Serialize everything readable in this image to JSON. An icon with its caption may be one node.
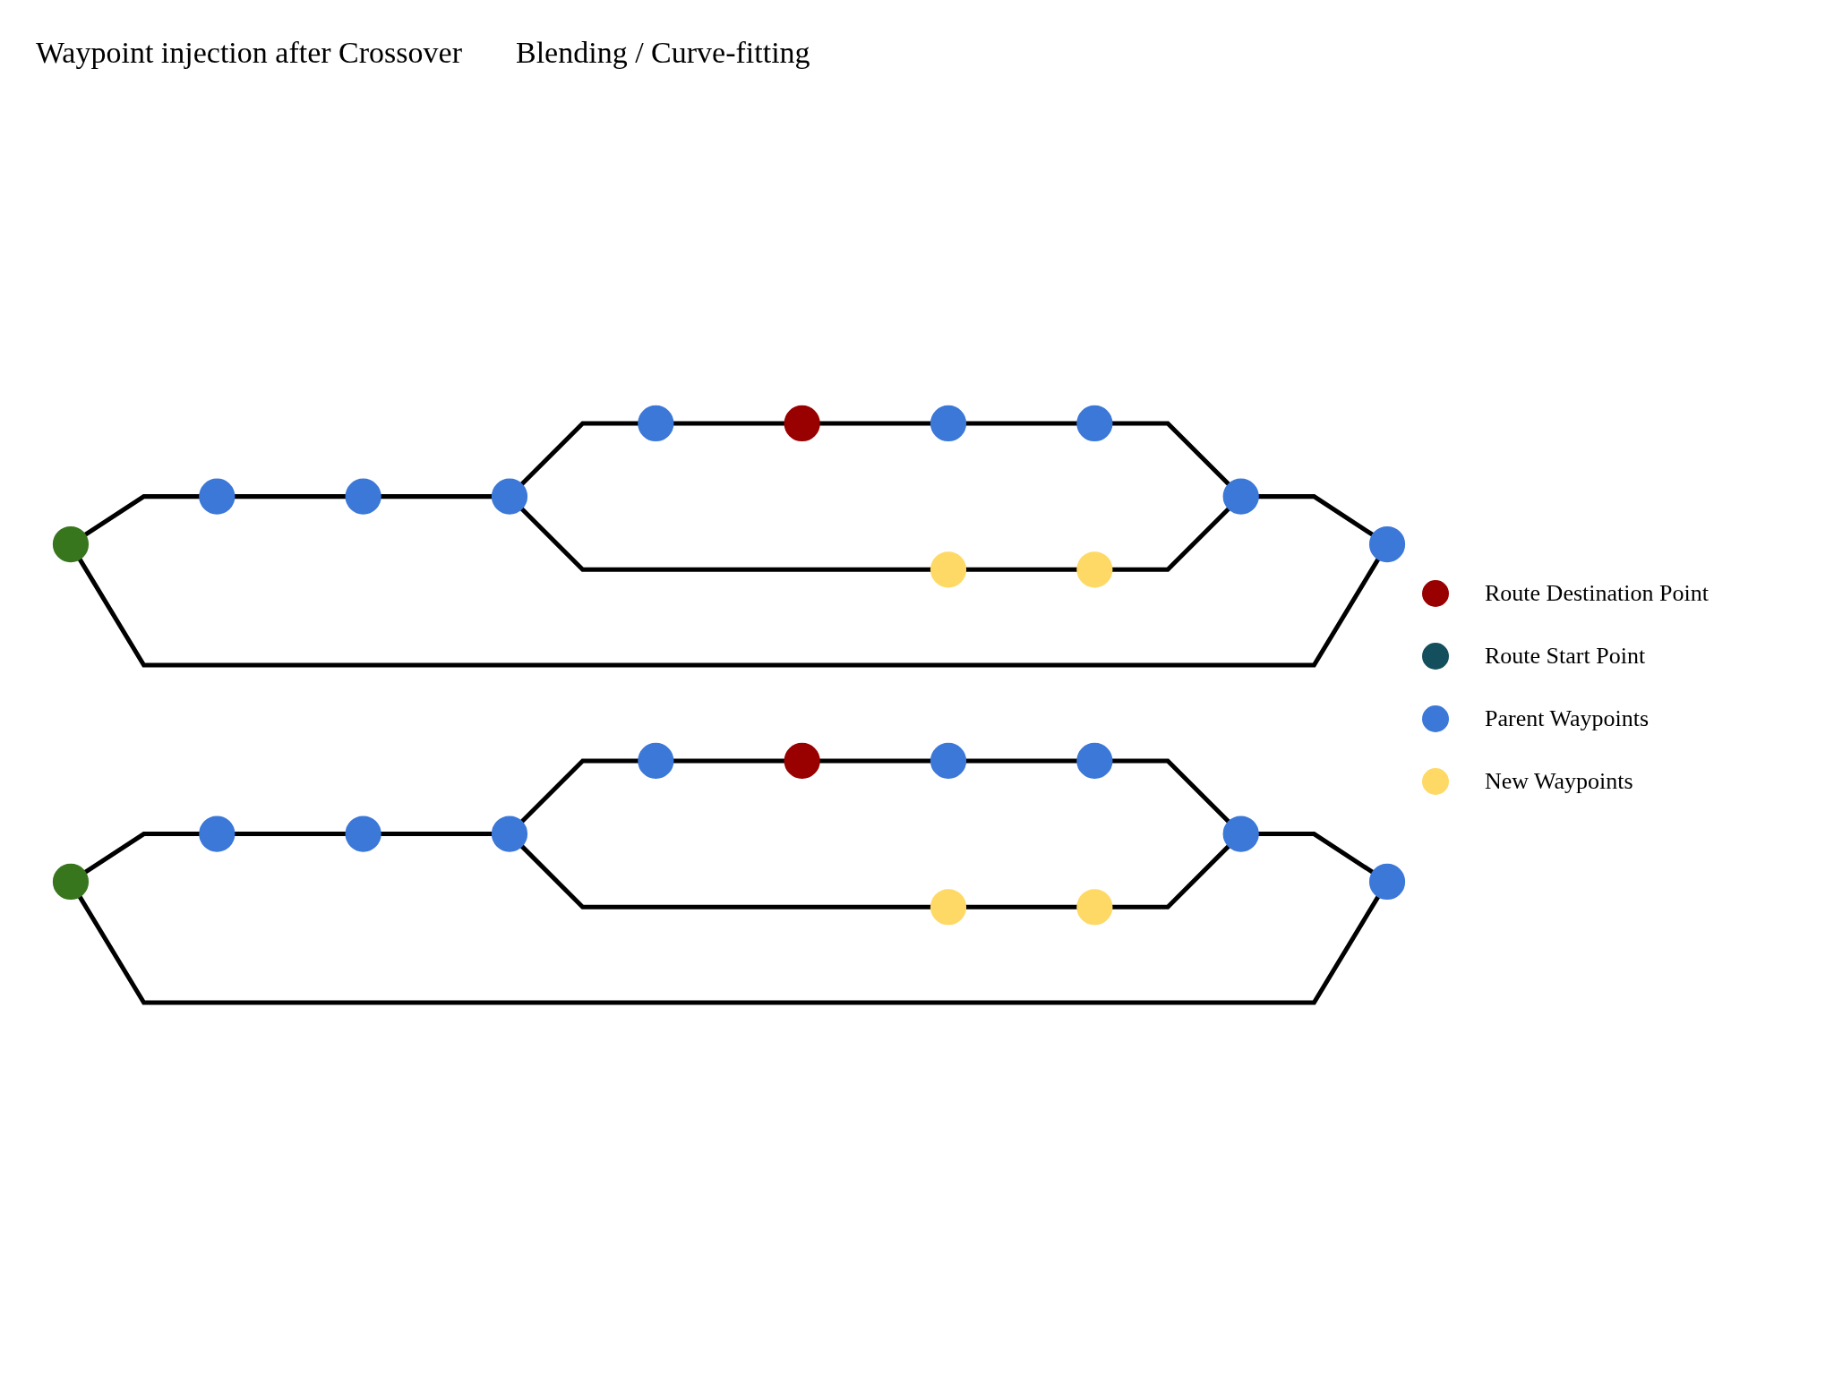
{
  "diagram": {
    "nodes": [
      {
        "text": [],
        "shape": "circle"
      },
      {
        "text": [],
        "shape": "circle"
      },
      {
        "text": [],
        "shape": "circle"
      },
      {
        "text": [],
        "shape": "circle"
      },
      {
        "text": [],
        "shape": "circle"
      },
      {
        "text": [],
        "shape": "circle"
      },
      {
        "text": [],
        "shape": "circle"
      },
      {
        "text": [],
        "shape": "circle"
      },
      {
        "text": [],
        "shape": "circle"
      },
      {
        "text": [],
        "shape": "circle"
      },
      {
        "text": [],
        "shape": "circle"
      },
      {
        "text": [],
        "shape": "circle"
      },
      {
        "text": [],
        "shape": "circle"
      },
      {
        "text": [],
        "shape": "circle"
      },
      {
        "text": [],
        "shape": "circle"
      },
      {
        "text": [],
        "shape": "circle"
      },
      {
        "text": [],
        "shape": "circle"
      },
      {
        "text": [],
        "shape": "circle"
      },
      {
        "text": [],
        "shape": "circle"
      },
      {
        "text": [],
        "shape": "circle"
      },
      {
        "text": [],
        "shape": "circle"
      },
      {
        "text": [],
        "shape": "circle"
      },
      {
        "text": [],
        "shape": "circle"
      },
      {
        "text": [],
        "shape": "circle"
      }
    ],
    "edges": [
      {
        "from": 0,
        "to": 1,
        "arrow": "none"
      },
      {
        "from": 1,
        "to": 2,
        "arrow": "none"
      },
      {
        "from": 2,
        "to": 3,
        "arrow": "none"
      },
      {
        "from": 3,
        "to": 4,
        "arrow": "none"
      },
      {
        "from": 4,
        "to": 5,
        "arrow": "none"
      },
      {
        "from": 5,
        "to": 6,
        "arrow": "none"
      },
      {
        "from": 6,
        "to": 7,
        "arrow": "none"
      },
      {
        "from": 7,
        "to": 8,
        "arrow": "none"
      },
      {
        "from": 8,
        "to": 9,
        "arrow": "none"
      },
      {
        "from": 9,
        "to": 0,
        "arrow": "none"
      },
      {
        "from": 3,
        "to": 10,
        "arrow": "none"
      },
      {
        "from": 10,
        "to": 11,
        "arrow": "none"
      },
      {
        "from": 11,
        "to": 8,
        "arrow": "none"
      },
      {
        "from": 12,
        "to": 13,
        "arrow": "none"
      },
      {
        "from": 13,
        "to": 14,
        "arrow": "none"
      },
      {
        "from": 14,
        "to": 15,
        "arrow": "none"
      },
      {
        "from": 15,
        "to": 16,
        "arrow": "none"
      },
      {
        "from": 16,
        "to": 17,
        "arrow": "none"
      },
      {
        "from": 17,
        "to": 18,
        "arrow": "none"
      },
      {
        "from": 18,
        "to": 19,
        "arrow": "none"
      },
      {
        "from": 19,
        "to": 20,
        "arrow": "none"
      },
      {
        "from": 20,
        "to": 21,
        "arrow": "none"
      },
      {
        "from": 21,
        "to": 12,
        "arrow": "none"
      },
      {
        "from": 15,
        "to": 22,
        "arrow": "none"
      },
      {
        "from": 22,
        "to": 23,
        "arrow": "none"
      },
      {
        "from": 23,
        "to": 20,
        "arrow": "none"
      }
    ],
    "labels": [
      "Waypoint injection after Crossover",
      "Blending / Curve-fitting"
    ],
    "legend": [
      {
        "text": "Route Destination Point",
        "color": "#990000"
      },
      {
        "text": "Route Start Point",
        "color": "#134f5c"
      },
      {
        "text": "Parent Waypoints",
        "color": "#3c78d8"
      },
      {
        "text": "New Waypoints",
        "color": "#ffd966"
      }
    ]
  }
}
